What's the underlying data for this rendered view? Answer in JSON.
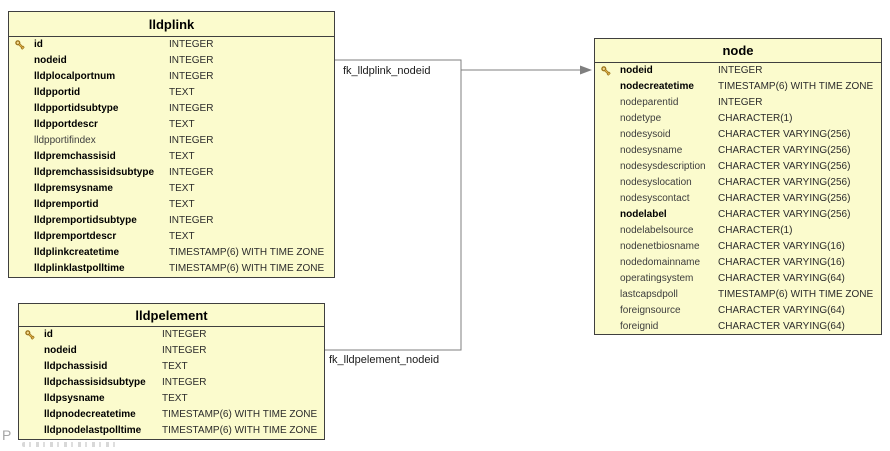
{
  "diagram": {
    "background": "#ffffff",
    "table_fill": "#fbfbcd",
    "table_border": "#3f3f3f",
    "connector_color": "#7f7f7f",
    "watermark": "P"
  },
  "tables": [
    {
      "id": "lldplink",
      "title": "lldplink",
      "columns": [
        {
          "name": "id",
          "type": "INTEGER",
          "key": true,
          "bold": true
        },
        {
          "name": "nodeid",
          "type": "INTEGER",
          "key": false,
          "bold": true
        },
        {
          "name": "lldplocalportnum",
          "type": "INTEGER",
          "key": false,
          "bold": true
        },
        {
          "name": "lldpportid",
          "type": "TEXT",
          "key": false,
          "bold": true
        },
        {
          "name": "lldpportidsubtype",
          "type": "INTEGER",
          "key": false,
          "bold": true
        },
        {
          "name": "lldpportdescr",
          "type": "TEXT",
          "key": false,
          "bold": true
        },
        {
          "name": "lldpportifindex",
          "type": "INTEGER",
          "key": false,
          "bold": false
        },
        {
          "name": "lldpremchassisid",
          "type": "TEXT",
          "key": false,
          "bold": true
        },
        {
          "name": "lldpremchassisidsubtype",
          "type": "INTEGER",
          "key": false,
          "bold": true
        },
        {
          "name": "lldpremsysname",
          "type": "TEXT",
          "key": false,
          "bold": true
        },
        {
          "name": "lldpremportid",
          "type": "TEXT",
          "key": false,
          "bold": true
        },
        {
          "name": "lldpremportidsubtype",
          "type": "INTEGER",
          "key": false,
          "bold": true
        },
        {
          "name": "lldpremportdescr",
          "type": "TEXT",
          "key": false,
          "bold": true
        },
        {
          "name": "lldplinkcreatetime",
          "type": "TIMESTAMP(6) WITH TIME ZONE",
          "key": false,
          "bold": true
        },
        {
          "name": "lldplinklastpolltime",
          "type": "TIMESTAMP(6) WITH TIME ZONE",
          "key": false,
          "bold": true
        }
      ]
    },
    {
      "id": "lldpelement",
      "title": "lldpelement",
      "columns": [
        {
          "name": "id",
          "type": "INTEGER",
          "key": true,
          "bold": true
        },
        {
          "name": "nodeid",
          "type": "INTEGER",
          "key": false,
          "bold": true
        },
        {
          "name": "lldpchassisid",
          "type": "TEXT",
          "key": false,
          "bold": true
        },
        {
          "name": "lldpchassisidsubtype",
          "type": "INTEGER",
          "key": false,
          "bold": true
        },
        {
          "name": "lldpsysname",
          "type": "TEXT",
          "key": false,
          "bold": true
        },
        {
          "name": "lldpnodecreatetime",
          "type": "TIMESTAMP(6) WITH TIME ZONE",
          "key": false,
          "bold": true
        },
        {
          "name": "lldpnodelastpolltime",
          "type": "TIMESTAMP(6) WITH TIME ZONE",
          "key": false,
          "bold": true
        }
      ]
    },
    {
      "id": "node",
      "title": "node",
      "columns": [
        {
          "name": "nodeid",
          "type": "INTEGER",
          "key": true,
          "bold": true
        },
        {
          "name": "nodecreatetime",
          "type": "TIMESTAMP(6) WITH TIME ZONE",
          "key": false,
          "bold": true
        },
        {
          "name": "nodeparentid",
          "type": "INTEGER",
          "key": false,
          "bold": false
        },
        {
          "name": "nodetype",
          "type": "CHARACTER(1)",
          "key": false,
          "bold": false
        },
        {
          "name": "nodesysoid",
          "type": "CHARACTER VARYING(256)",
          "key": false,
          "bold": false
        },
        {
          "name": "nodesysname",
          "type": "CHARACTER VARYING(256)",
          "key": false,
          "bold": false
        },
        {
          "name": "nodesysdescription",
          "type": "CHARACTER VARYING(256)",
          "key": false,
          "bold": false
        },
        {
          "name": "nodesyslocation",
          "type": "CHARACTER VARYING(256)",
          "key": false,
          "bold": false
        },
        {
          "name": "nodesyscontact",
          "type": "CHARACTER VARYING(256)",
          "key": false,
          "bold": false
        },
        {
          "name": "nodelabel",
          "type": "CHARACTER VARYING(256)",
          "key": false,
          "bold": true
        },
        {
          "name": "nodelabelsource",
          "type": "CHARACTER(1)",
          "key": false,
          "bold": false
        },
        {
          "name": "nodenetbiosname",
          "type": "CHARACTER VARYING(16)",
          "key": false,
          "bold": false
        },
        {
          "name": "nodedomainname",
          "type": "CHARACTER VARYING(16)",
          "key": false,
          "bold": false
        },
        {
          "name": "operatingsystem",
          "type": "CHARACTER VARYING(64)",
          "key": false,
          "bold": false
        },
        {
          "name": "lastcapsdpoll",
          "type": "TIMESTAMP(6) WITH TIME ZONE",
          "key": false,
          "bold": false
        },
        {
          "name": "foreignsource",
          "type": "CHARACTER VARYING(64)",
          "key": false,
          "bold": false
        },
        {
          "name": "foreignid",
          "type": "CHARACTER VARYING(64)",
          "key": false,
          "bold": false
        }
      ]
    }
  ],
  "relationships": [
    {
      "label": "fk_lldplink_nodeid",
      "from": "lldplink.nodeid",
      "to": "node.nodeid"
    },
    {
      "label": "fk_lldpelement_nodeid",
      "from": "lldpelement.nodeid",
      "to": "node.nodeid"
    }
  ]
}
